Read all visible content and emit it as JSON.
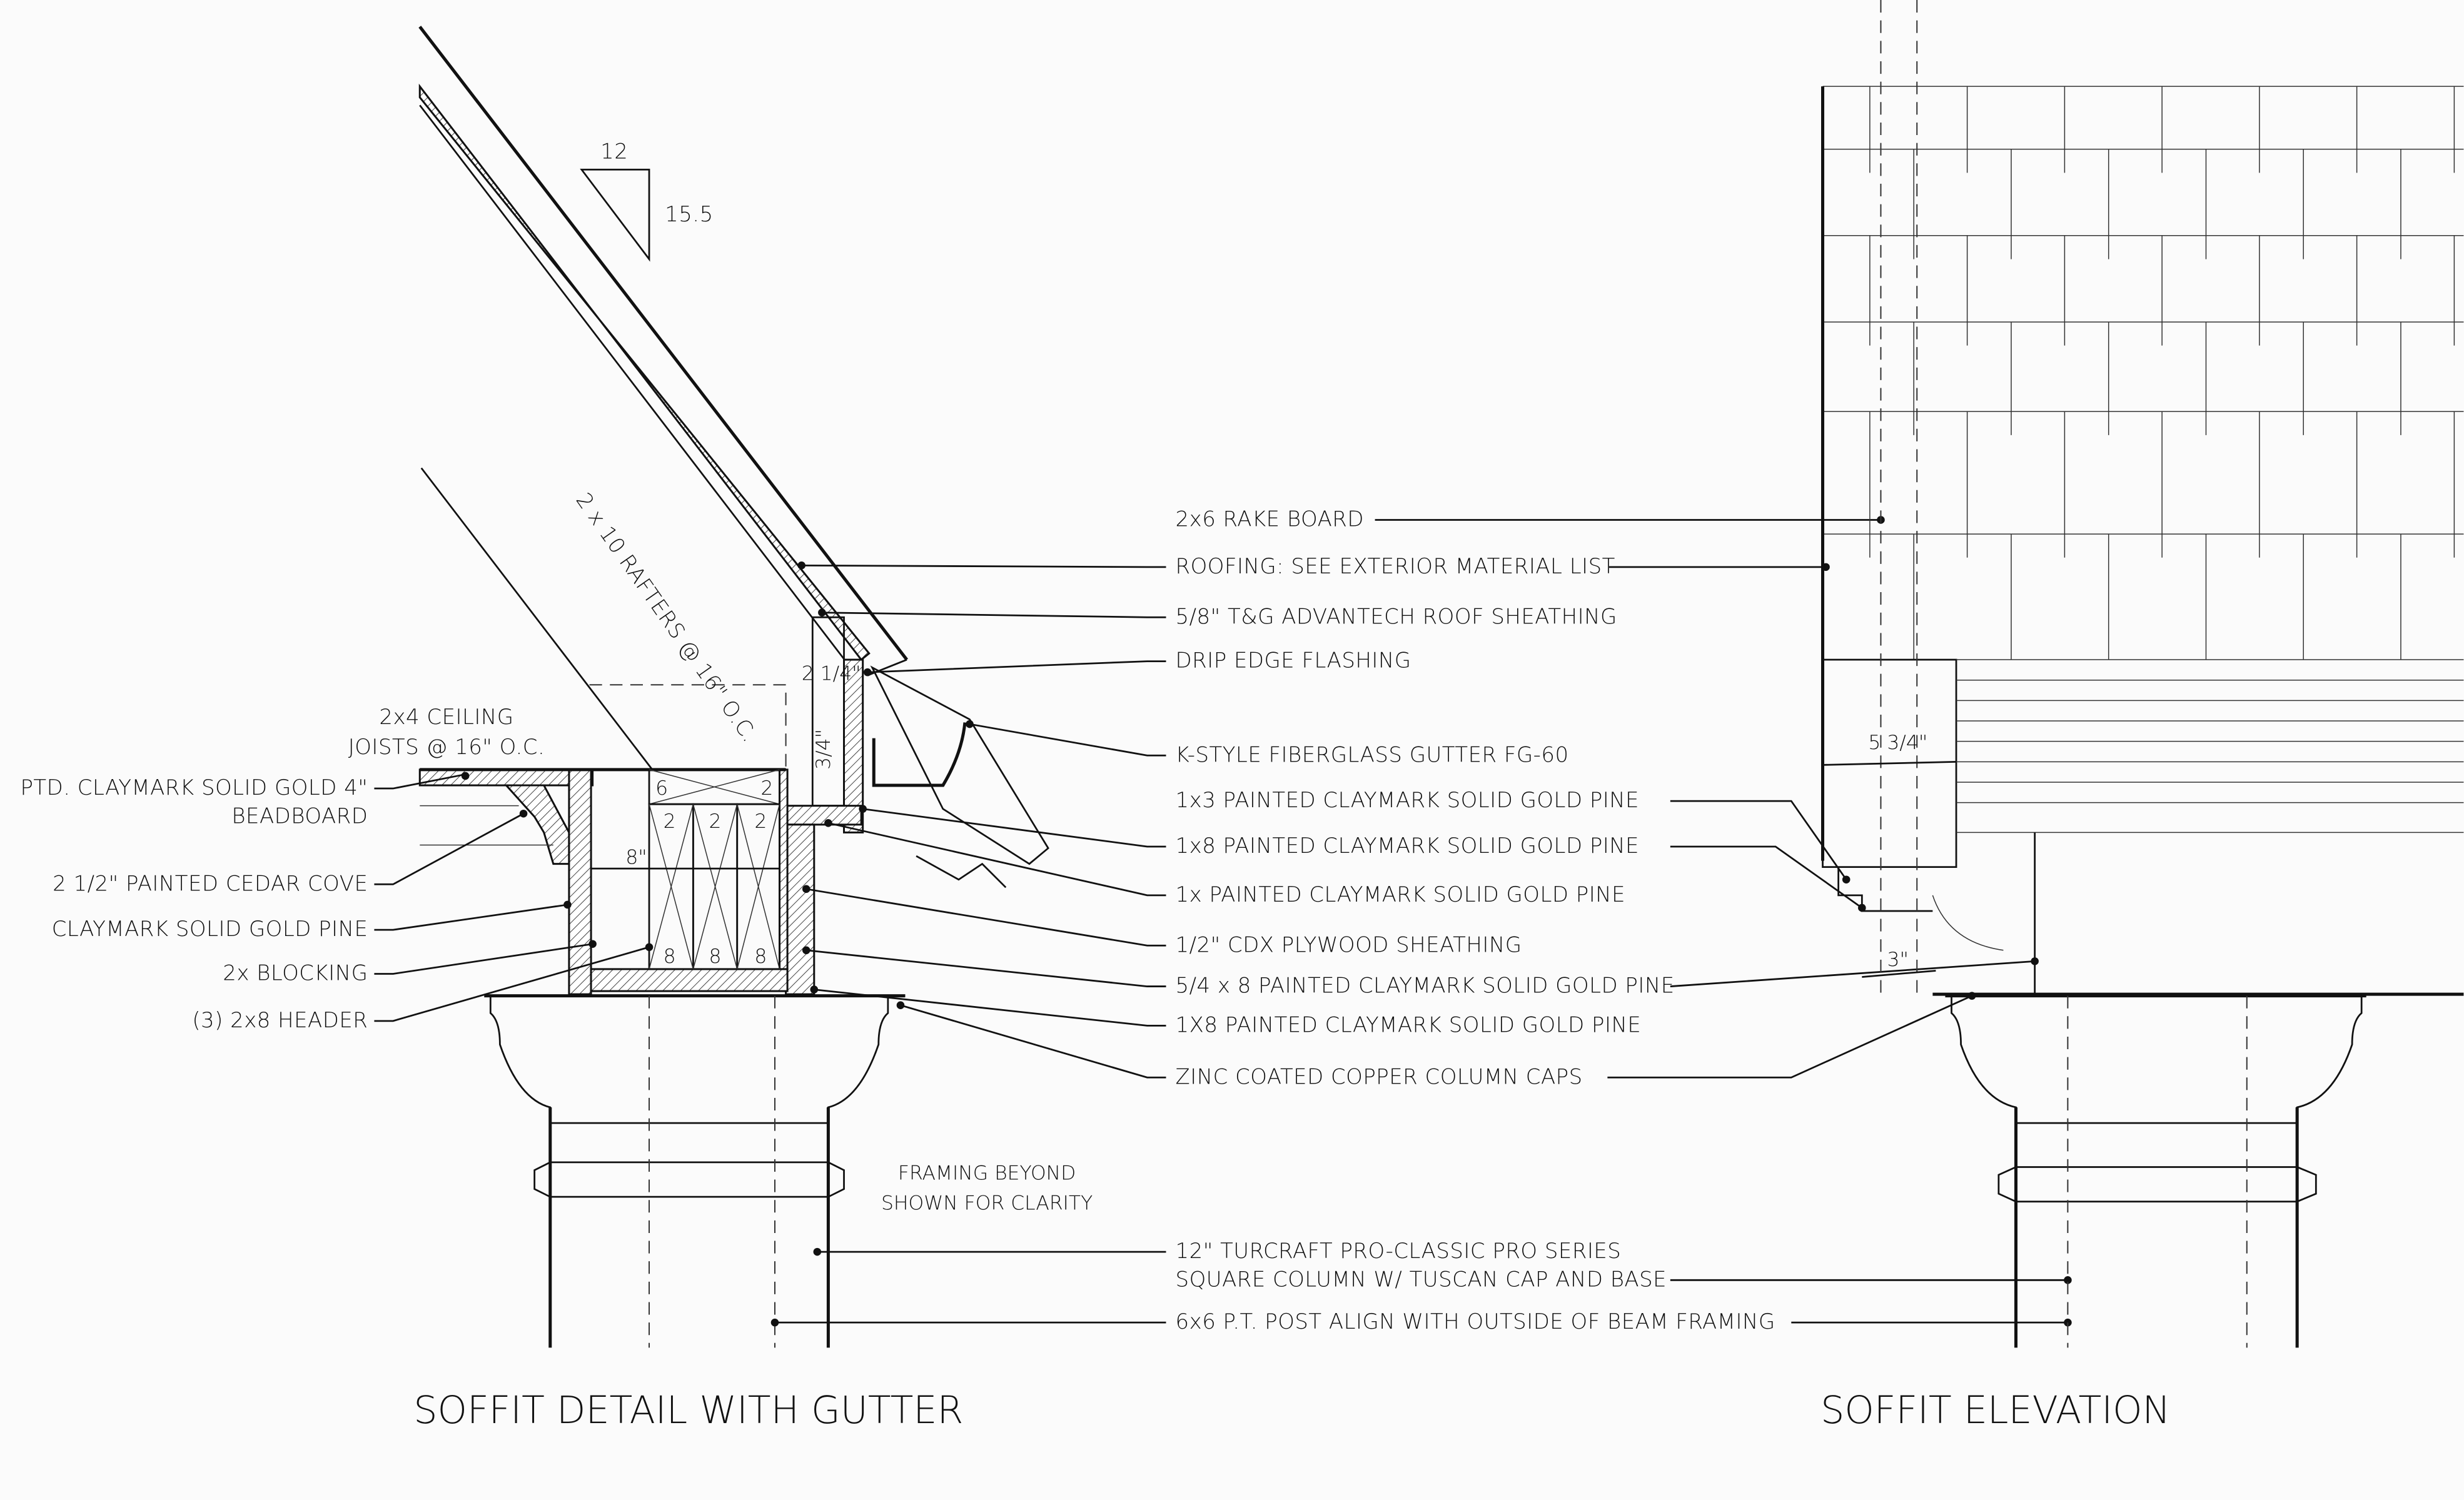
{
  "slope": {
    "run": "12",
    "rise": "15.5"
  },
  "rafters": "2 x 10 RAFTERS @ 16\" O.C.",
  "ceiling_joists": [
    "2x4 CEILING",
    "JOISTS @ 16\" O.C."
  ],
  "left_callouts": [
    {
      "lines": [
        "PTD. CLAYMARK SOLID GOLD 4\"",
        "BEADBOARD"
      ]
    },
    {
      "lines": [
        "2 1/2\"  PAINTED CEDAR COVE"
      ]
    },
    {
      "lines": [
        "CLAYMARK SOLID GOLD PINE"
      ]
    },
    {
      "lines": [
        "2x BLOCKING"
      ]
    },
    {
      "lines": [
        "(3)   2x8 HEADER"
      ]
    }
  ],
  "right_callouts": [
    "2x6 RAKE BOARD",
    "ROOFING: SEE EXTERIOR MATERIAL LIST",
    "5/8\" T&G ADVANTECH ROOF SHEATHING",
    "DRIP EDGE FLASHING",
    "K-STYLE FIBERGLASS GUTTER FG-60",
    "1x3 PAINTED CLAYMARK SOLID GOLD PINE",
    "1x8 PAINTED CLAYMARK SOLID GOLD PINE",
    "1x  PAINTED CLAYMARK SOLID GOLD PINE",
    "1/2\" CDX PLYWOOD SHEATHING",
    "5/4 x 8 PAINTED CLAYMARK SOLID GOLD PINE",
    "1X8 PAINTED CLAYMARK SOLID GOLD PINE",
    "ZINC COATED COPPER COLUMN CAPS",
    "12\" TURCRAFT PRO-CLASSIC PRO SERIES",
    "SQUARE COLUMN W/ TUSCAN CAP AND BASE",
    "6x6 P.T. POST ALIGN WITH OUTSIDE OF BEAM FRAMING"
  ],
  "framing_note": [
    "FRAMING BEYOND",
    "SHOWN FOR CLARITY"
  ],
  "dimensions": {
    "header_width": "8\"",
    "fascia_a": "2 1/4\"",
    "fascia_b": "3/4\"",
    "rake": "5 3/4\"",
    "return": "3\""
  },
  "member_marks": {
    "top_a": "6",
    "top_b": "2",
    "mid": [
      "2",
      "2",
      "2"
    ],
    "bottom": [
      "8",
      "8",
      "8"
    ]
  },
  "titles": {
    "detail": "SOFFIT DETAIL WITH GUTTER",
    "elevation": "SOFFIT ELEVATION"
  }
}
